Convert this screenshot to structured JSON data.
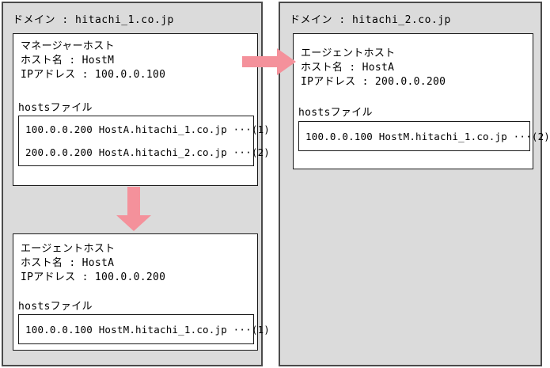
{
  "colors": {
    "domain_background": "#dbdbdb",
    "domain_border": "#4b4b4b",
    "host_box_background": "#ffffff",
    "host_box_border": "#1a1a1a",
    "arrow": "#f4919b",
    "text": "#000000"
  },
  "domains": [
    {
      "title": "ドメイン : hitachi_1.co.jp",
      "hosts": [
        {
          "role": "マネージャーホスト",
          "name_line": "ホスト名 : HostM",
          "ip_line": "IPアドレス : 100.0.0.100",
          "hosts_file_label": "hostsファイル",
          "hosts_file_lines": [
            "100.0.0.200 HostA.hitachi_1.co.jp ···(1)",
            "200.0.0.200 HostA.hitachi_2.co.jp ···(2)"
          ]
        },
        {
          "role": "エージェントホスト",
          "name_line": "ホスト名 : HostA",
          "ip_line": "IPアドレス : 100.0.0.200",
          "hosts_file_label": "hostsファイル",
          "hosts_file_lines": [
            "100.0.0.100 HostM.hitachi_1.co.jp ···(1)"
          ]
        }
      ]
    },
    {
      "title": "ドメイン : hitachi_2.co.jp",
      "hosts": [
        {
          "role": "エージェントホスト",
          "name_line": "ホスト名 : HostA",
          "ip_line": "IPアドレス : 200.0.0.200",
          "hosts_file_label": "hostsファイル",
          "hosts_file_lines": [
            "100.0.0.100 HostM.hitachi_1.co.jp ···(2)"
          ]
        }
      ]
    }
  ],
  "icons": {
    "arrow_right": "arrow-right-icon",
    "arrow_down": "arrow-down-icon"
  }
}
